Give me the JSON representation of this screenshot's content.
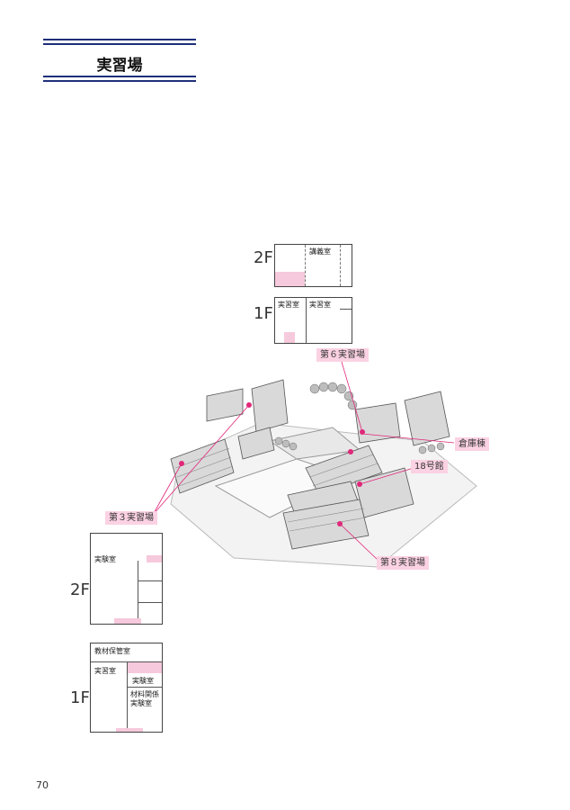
{
  "heading": {
    "title": "実習場"
  },
  "plan_2f_top": {
    "floor": "2F",
    "rooms": [
      "講義室"
    ]
  },
  "plan_1f_top": {
    "floor": "1F",
    "rooms": [
      "実習室",
      "実習室"
    ]
  },
  "campus": {
    "labels": {
      "jisshujo6": "第６実習場",
      "soko": "倉庫棟",
      "kan18": "18号館",
      "jisshujo3": "第３実習場",
      "jisshujo8": "第８実習場"
    }
  },
  "plan_2f_bottom": {
    "floor": "2F",
    "rooms": [
      "実験室"
    ]
  },
  "plan_1f_bottom": {
    "floor": "1F",
    "rooms": [
      "教材保管室",
      "実習室",
      "実験室",
      "材料関係",
      "実験室"
    ]
  },
  "page": {
    "number": "70"
  },
  "colors": {
    "accent": "#1f2f7a",
    "highlight": "#f6c9dc",
    "marker": "#e0287a"
  }
}
